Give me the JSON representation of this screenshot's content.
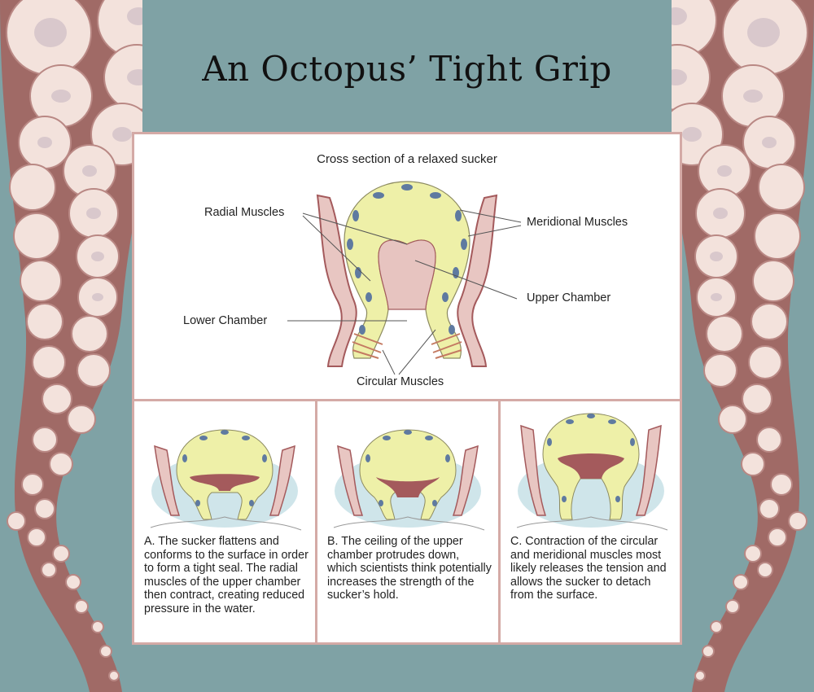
{
  "title": "An Octopus’ Tight Grip",
  "colors": {
    "background": "#7fa2a5",
    "frame_border": "#d4aaa6",
    "muscle_yellow": "#eef0a8",
    "tissue_pink": "#e8c6c2",
    "tissue_dark": "#a45a5c",
    "meridional_blue": "#5f7aa0",
    "water": "#cfe5ea",
    "octopus_skin": "#a06a66",
    "sucker_cream": "#f3e2dc"
  },
  "main_diagram": {
    "caption": "Cross section of a relaxed sucker",
    "labels": {
      "radial": "Radial Muscles",
      "meridional": "Meridional Muscles",
      "upper": "Upper Chamber",
      "lower": "Lower Chamber",
      "circular": "Circular Muscles"
    }
  },
  "steps": [
    {
      "id": "A",
      "text": "A. The sucker flattens and conforms to the surface in order to form a tight seal. The radial muscles of the upper chamber then contract, creating reduced pressure in the water."
    },
    {
      "id": "B",
      "text": "B. The ceiling of the upper chamber protrudes down, which scientists think potentially increases the strength of the sucker’s hold."
    },
    {
      "id": "C",
      "text": "C. Contraction of the circular and meridional muscles most likely releases the tension and allows the sucker to detach from the surface."
    }
  ]
}
